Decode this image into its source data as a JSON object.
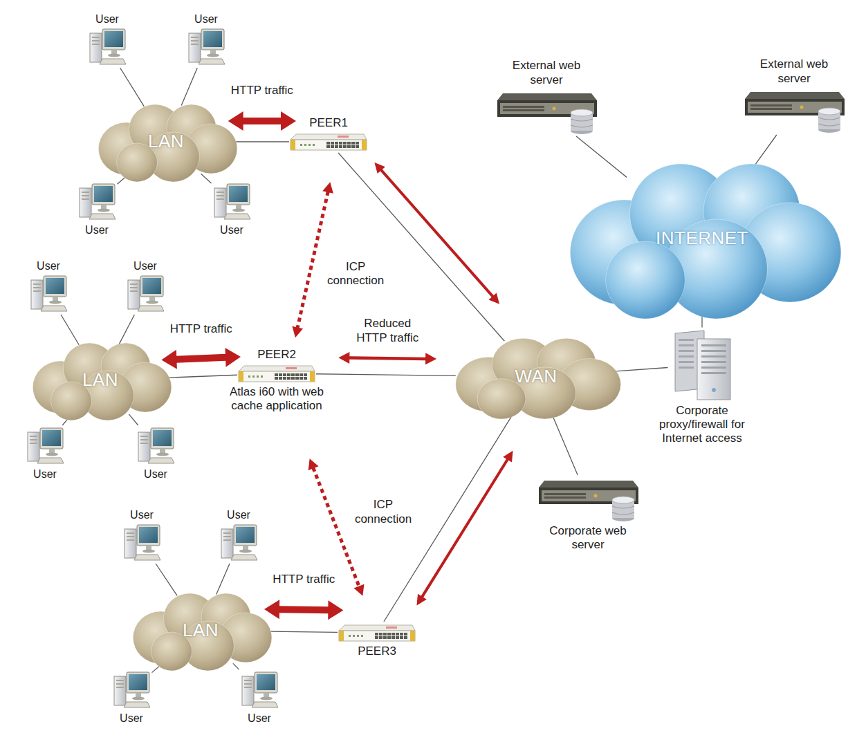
{
  "diagram": {
    "nodes": [
      {
        "text": [
          "User"
        ]
      },
      {
        "text": [
          "User"
        ]
      },
      {
        "text": [
          "External web server"
        ]
      },
      {
        "text": [
          "External web server"
        ]
      },
      {
        "text": [
          "LAN"
        ]
      },
      {
        "text": [
          "PEER1"
        ]
      },
      {
        "text": [
          "User"
        ]
      },
      {
        "text": [
          "User"
        ]
      },
      {
        "text": [
          "INTERNET"
        ]
      },
      {
        "text": [
          "User"
        ]
      },
      {
        "text": [
          "User"
        ]
      },
      {
        "text": [
          "LAN"
        ]
      },
      {
        "text": [
          "PEER2",
          "Atlas i60 with web cache application"
        ]
      },
      {
        "text": [
          "WAN"
        ]
      },
      {
        "text": [
          "Corporate proxy/firewall for Internet access"
        ]
      },
      {
        "text": [
          "User"
        ]
      },
      {
        "text": [
          "User"
        ]
      },
      {
        "text": [
          "User"
        ]
      },
      {
        "text": [
          "User"
        ]
      },
      {
        "text": [
          "Corporate web server"
        ]
      },
      {
        "text": [
          "LAN"
        ]
      },
      {
        "text": [
          "PEER3"
        ]
      },
      {
        "text": [
          "User"
        ]
      },
      {
        "text": [
          "User"
        ]
      }
    ],
    "edges": [
      {
        "from": 0,
        "to": 4,
        "arrow": "none"
      },
      {
        "from": 1,
        "to": 4,
        "arrow": "none"
      },
      {
        "from": 6,
        "to": 4,
        "arrow": "none"
      },
      {
        "from": 7,
        "to": 4,
        "arrow": "none"
      },
      {
        "from": 4,
        "to": 5,
        "label": "HTTP traffic",
        "arrow": "both"
      },
      {
        "from": 5,
        "to": 12,
        "label": "ICP connection",
        "arrow": "both"
      },
      {
        "from": 5,
        "to": 13,
        "arrow": "both"
      },
      {
        "from": 9,
        "to": 11,
        "arrow": "none"
      },
      {
        "from": 10,
        "to": 11,
        "arrow": "none"
      },
      {
        "from": 15,
        "to": 11,
        "arrow": "none"
      },
      {
        "from": 16,
        "to": 11,
        "arrow": "none"
      },
      {
        "from": 11,
        "to": 12,
        "label": "HTTP traffic",
        "arrow": "both"
      },
      {
        "from": 12,
        "to": 13,
        "label": "Reduced HTTP traffic",
        "arrow": "both"
      },
      {
        "from": 12,
        "to": 21,
        "label": "ICP connection",
        "arrow": "both"
      },
      {
        "from": 17,
        "to": 20,
        "arrow": "none"
      },
      {
        "from": 18,
        "to": 20,
        "arrow": "none"
      },
      {
        "from": 22,
        "to": 20,
        "arrow": "none"
      },
      {
        "from": 23,
        "to": 20,
        "arrow": "none"
      },
      {
        "from": 20,
        "to": 21,
        "label": "HTTP traffic",
        "arrow": "both"
      },
      {
        "from": 21,
        "to": 13,
        "arrow": "both"
      },
      {
        "from": 13,
        "to": 19,
        "arrow": "none"
      },
      {
        "from": 13,
        "to": 14,
        "arrow": "none"
      },
      {
        "from": 14,
        "to": 8,
        "arrow": "none"
      },
      {
        "from": 8,
        "to": 2,
        "arrow": "none"
      },
      {
        "from": 8,
        "to": 3,
        "arrow": "none"
      }
    ]
  }
}
